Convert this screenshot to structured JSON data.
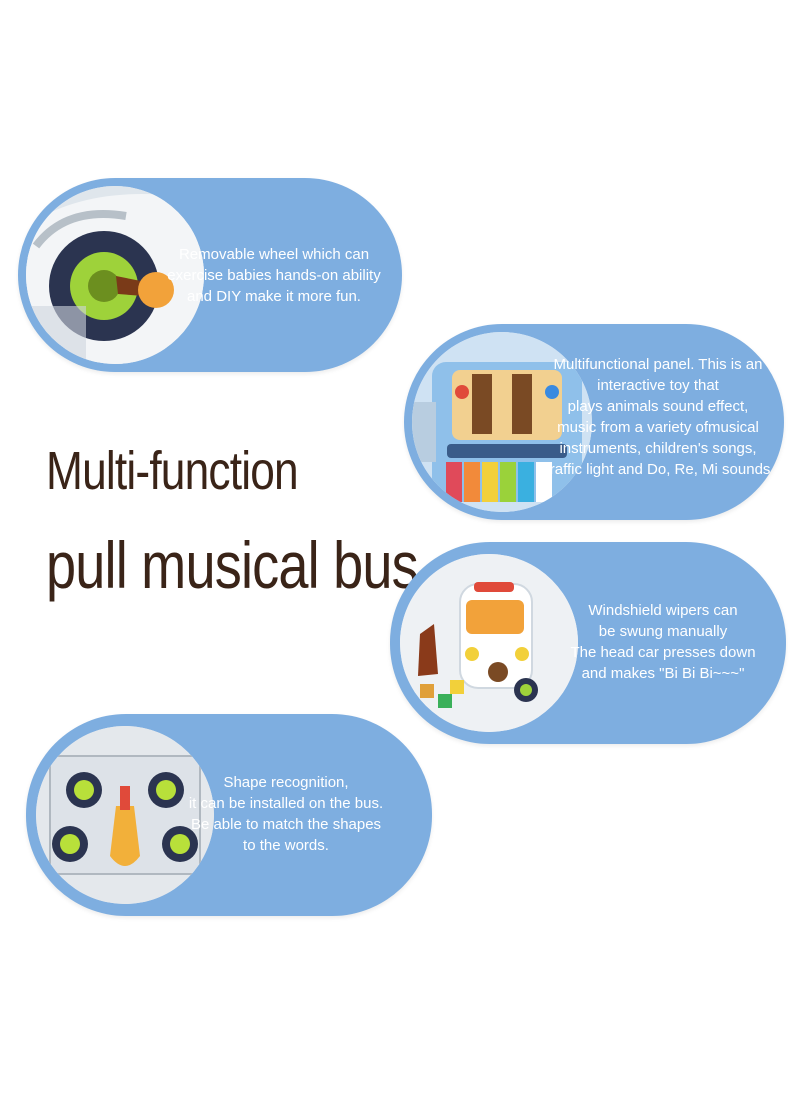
{
  "heading": {
    "line1": "Multi-function",
    "line2": "pull musical bus"
  },
  "features": [
    {
      "text": "Removable wheel which can\nexercise babies hands-on ability\nand DIY make it more fun.",
      "image_icon": "wheel-icon"
    },
    {
      "text": "Multifunctional panel. This is an\ninteractive toy that\nplays animals sound effect,\nmusic from a variety ofmusical\ninstruments, children's songs,\ntraffic light  and Do, Re, Mi sounds",
      "image_icon": "piano-panel-icon"
    },
    {
      "text": "Windshield wipers can\nbe swung manually\nThe head car presses down\nand makes \"Bi Bi Bi~~~\"",
      "image_icon": "bus-icon"
    },
    {
      "text": "Shape recognition,\nit can be installed on the bus.\nBe able to match the shapes\nto the words.",
      "image_icon": "shape-wheels-icon"
    }
  ],
  "colors": {
    "pill": "#7eaee0",
    "heading": "#3a2418",
    "text": "#ffffff"
  }
}
